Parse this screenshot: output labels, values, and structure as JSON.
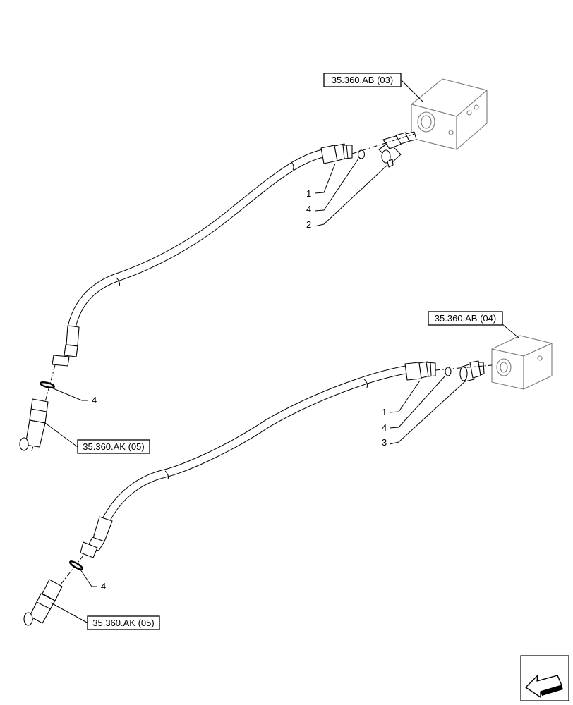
{
  "references": {
    "upper_block": "35.360.AB (03)",
    "lower_block": "35.360.AB (04)",
    "upper_fitting": "35.360.AK (05)",
    "lower_fitting": "35.360.AK (05)"
  },
  "callouts": {
    "upper_hose": "1",
    "upper_oring": "4",
    "upper_adapter": "2",
    "upper_left_oring": "4",
    "lower_hose": "1",
    "lower_oring": "4",
    "lower_adapter": "3",
    "lower_left_oring": "4"
  },
  "icons": {
    "nav": "direction-arrow-icon"
  }
}
